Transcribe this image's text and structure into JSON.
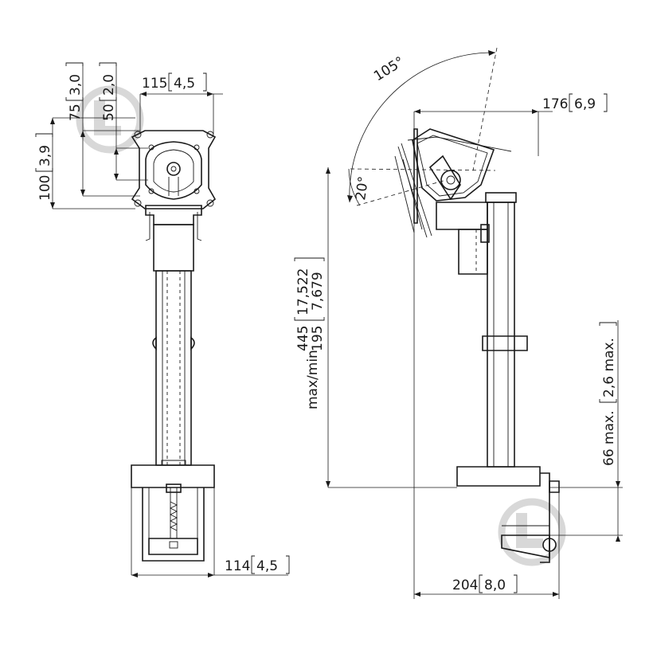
{
  "front_view": {
    "dim_top_width": {
      "value": "115",
      "inch": "4,5"
    },
    "dim_bottom_width": {
      "value": "114",
      "inch": "4,5"
    },
    "dim_vesa_75": {
      "value": "75",
      "inch": "3,0"
    },
    "dim_vesa_50": {
      "value": "50",
      "inch": "2,0"
    },
    "dim_vesa_100": {
      "value": "100",
      "inch": "3,9"
    }
  },
  "side_view": {
    "angle_tilt_up": "105°",
    "angle_tilt_down": "20°",
    "dim_head_depth": {
      "value": "176",
      "inch": "6,9"
    },
    "dim_base_depth": {
      "value": "204",
      "inch": "8,0"
    },
    "dim_height_max": {
      "label": "max/min",
      "value": "445",
      "inch": "17,522"
    },
    "dim_height_min": {
      "value": "195",
      "inch": "7,679"
    },
    "dim_clamp": {
      "value": "66 max.",
      "inch": "2,6 max."
    }
  }
}
